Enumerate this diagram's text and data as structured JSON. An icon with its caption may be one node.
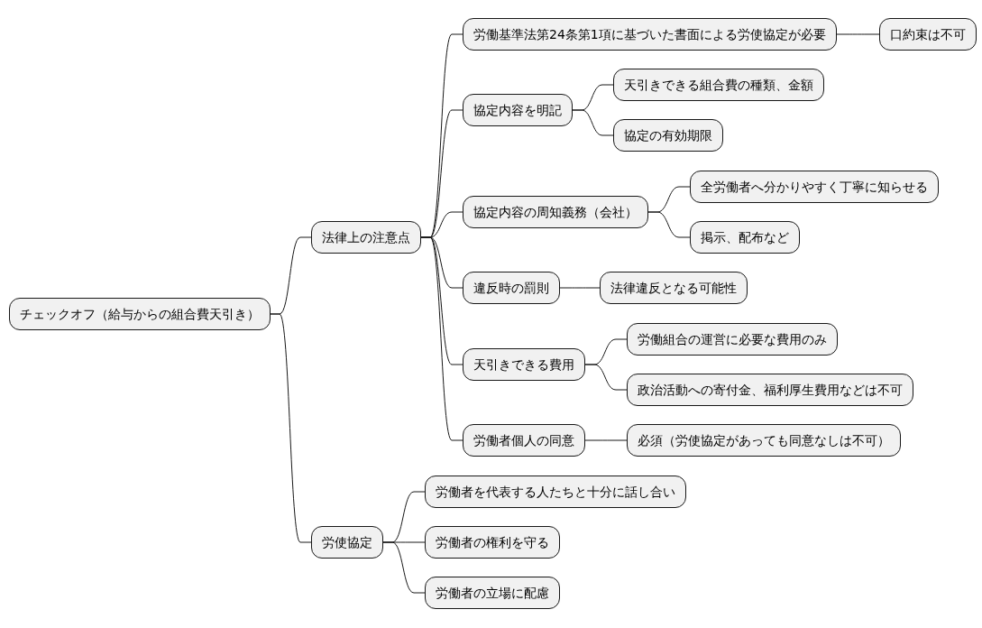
{
  "diagram": {
    "nodes": [
      {
        "text": [
          "チェックオフ（給与からの組合費天引き）"
        ]
      },
      {
        "text": [
          "法律上の注意点"
        ]
      },
      {
        "text": [
          "労働基準法第24条第1項に基づいた書面による労使協定が必要"
        ]
      },
      {
        "text": [
          "口約束は不可"
        ]
      },
      {
        "text": [
          "協定内容を明記"
        ]
      },
      {
        "text": [
          "天引きできる組合費の種類、金額"
        ]
      },
      {
        "text": [
          "協定の有効期限"
        ]
      },
      {
        "text": [
          "協定内容の周知義務（会社）"
        ]
      },
      {
        "text": [
          "全労働者へ分かりやすく丁寧に知らせる"
        ]
      },
      {
        "text": [
          "掲示、配布など"
        ]
      },
      {
        "text": [
          "違反時の罰則"
        ]
      },
      {
        "text": [
          "法律違反となる可能性"
        ]
      },
      {
        "text": [
          "天引きできる費用"
        ]
      },
      {
        "text": [
          "労働組合の運営に必要な費用のみ"
        ]
      },
      {
        "text": [
          "政治活動への寄付金、福利厚生費用などは不可"
        ]
      },
      {
        "text": [
          "労働者個人の同意"
        ]
      },
      {
        "text": [
          "必須（労使協定があっても同意なしは不可）"
        ]
      },
      {
        "text": [
          "労使協定"
        ]
      },
      {
        "text": [
          "労働者を代表する人たちと十分に話し合い"
        ]
      },
      {
        "text": [
          "労働者の権利を守る"
        ]
      },
      {
        "text": [
          "労働者の立場に配慮"
        ]
      }
    ],
    "edges": [
      {
        "from": 0,
        "to": 1,
        "arrow": "none"
      },
      {
        "from": 1,
        "to": 2,
        "arrow": "none"
      },
      {
        "from": 2,
        "to": 3,
        "arrow": "none"
      },
      {
        "from": 1,
        "to": 4,
        "arrow": "none"
      },
      {
        "from": 4,
        "to": 5,
        "arrow": "none"
      },
      {
        "from": 4,
        "to": 6,
        "arrow": "none"
      },
      {
        "from": 1,
        "to": 7,
        "arrow": "none"
      },
      {
        "from": 7,
        "to": 8,
        "arrow": "none"
      },
      {
        "from": 7,
        "to": 9,
        "arrow": "none"
      },
      {
        "from": 1,
        "to": 10,
        "arrow": "none"
      },
      {
        "from": 10,
        "to": 11,
        "arrow": "none"
      },
      {
        "from": 1,
        "to": 12,
        "arrow": "none"
      },
      {
        "from": 12,
        "to": 13,
        "arrow": "none"
      },
      {
        "from": 12,
        "to": 14,
        "arrow": "none"
      },
      {
        "from": 1,
        "to": 15,
        "arrow": "none"
      },
      {
        "from": 15,
        "to": 16,
        "arrow": "none"
      },
      {
        "from": 0,
        "to": 17,
        "arrow": "none"
      },
      {
        "from": 17,
        "to": 18,
        "arrow": "none"
      },
      {
        "from": 17,
        "to": 19,
        "arrow": "none"
      },
      {
        "from": 17,
        "to": 20,
        "arrow": "none"
      }
    ]
  }
}
